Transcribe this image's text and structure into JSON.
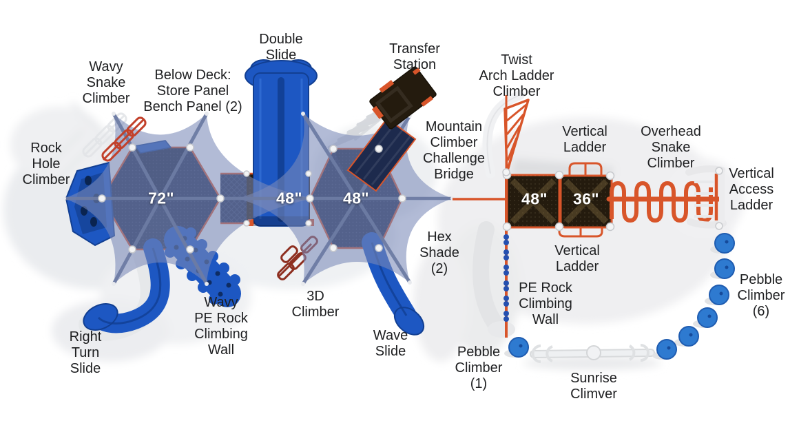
{
  "diagram": {
    "type": "playground-equipment-top-view",
    "labels": {
      "wavy_snake_climber": "Wavy\nSnake\nClimber",
      "below_deck": "Below Deck:\nStore Panel\nBench Panel (2)",
      "double_slide": "Double\nSlide",
      "transfer_station": "Transfer\nStation",
      "twist_arch_ladder_climber": "Twist\nArch Ladder\nClimber",
      "rock_hole_climber": "Rock\nHole\nClimber",
      "mountain_climber_challenge_bridge": "Mountain\nClimber\nChallenge\nBridge",
      "vertical_ladder_top": "Vertical\nLadder",
      "overhead_snake_climber": "Overhead\nSnake\nClimber",
      "vertical_access_ladder": "Vertical\nAccess\nLadder",
      "hex_shade": "Hex\nShade\n(2)",
      "3d_climber": "3D\nClimber",
      "wavy_pe_rock_climbing_wall": "Wavy\nPE Rock\nClimbing\nWall",
      "right_turn_slide": "Right\nTurn\nSlide",
      "wave_slide": "Wave\nSlide",
      "pebble_climber_1": "Pebble\nClimber\n(1)",
      "pe_rock_climbing_wall": "PE Rock\nClimbing\nWall",
      "vertical_ladder_bottom": "Vertical\nLadder",
      "sunrise_climber": "Sunrise\nClimver",
      "pebble_climber_6": "Pebble\nClimber\n(6)"
    },
    "dimensions": {
      "deck_72": "72\"",
      "deck_48_a": "48\"",
      "deck_48_b": "48\"",
      "deck_48_c": "48\"",
      "deck_36": "36\""
    },
    "colors": {
      "label_text": "#1e1f21",
      "dimension_text": "#ffffff",
      "orange": "#d8552a",
      "deck_navy": "#1d2a4d",
      "deck_brown": "#241b0e",
      "shade_blue": "#7a8ab8",
      "spoke_blue": "#6d7ca4",
      "equipment_blue": "#1d57c2",
      "equipment_blue_dark": "#123f92",
      "pebble_blue": "#2e7ad0",
      "climber_red": "#8e2f20",
      "snake_orange": "#c2402a",
      "ghost_grey": "#e3e5e8",
      "background": "#ffffff"
    }
  }
}
